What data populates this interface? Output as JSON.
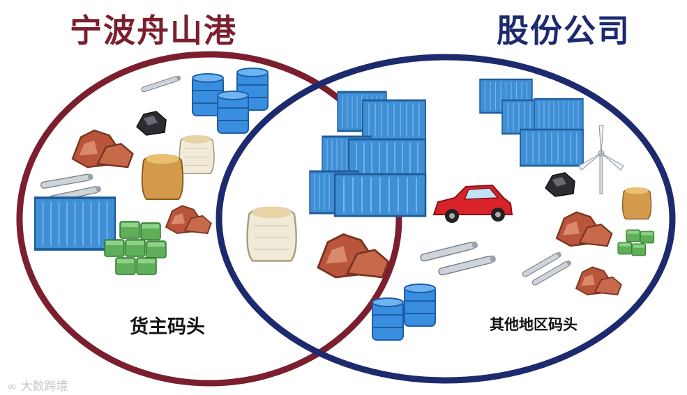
{
  "titles": {
    "left": "宁波舟山港",
    "right": "股份公司"
  },
  "labels": {
    "left_circle": "货主码头",
    "right_circle": "其他地区码头"
  },
  "watermark": "大数跨境",
  "colors": {
    "left_circle": "#7b1f2e",
    "right_circle": "#1d2a6e",
    "container": "#3f8fd6",
    "barrel": "#3a8ee0",
    "ore": "#b8553a",
    "green_block": "#5fae5a",
    "car": "#d8232a"
  },
  "icons": [
    "container-stack-icon",
    "container-icon",
    "oil-barrel-icon",
    "ore-pile-icon",
    "coal-lump-icon",
    "grain-sack-icon",
    "steel-pipe-icon",
    "green-cargo-icon",
    "car-icon",
    "wind-turbine-icon"
  ]
}
